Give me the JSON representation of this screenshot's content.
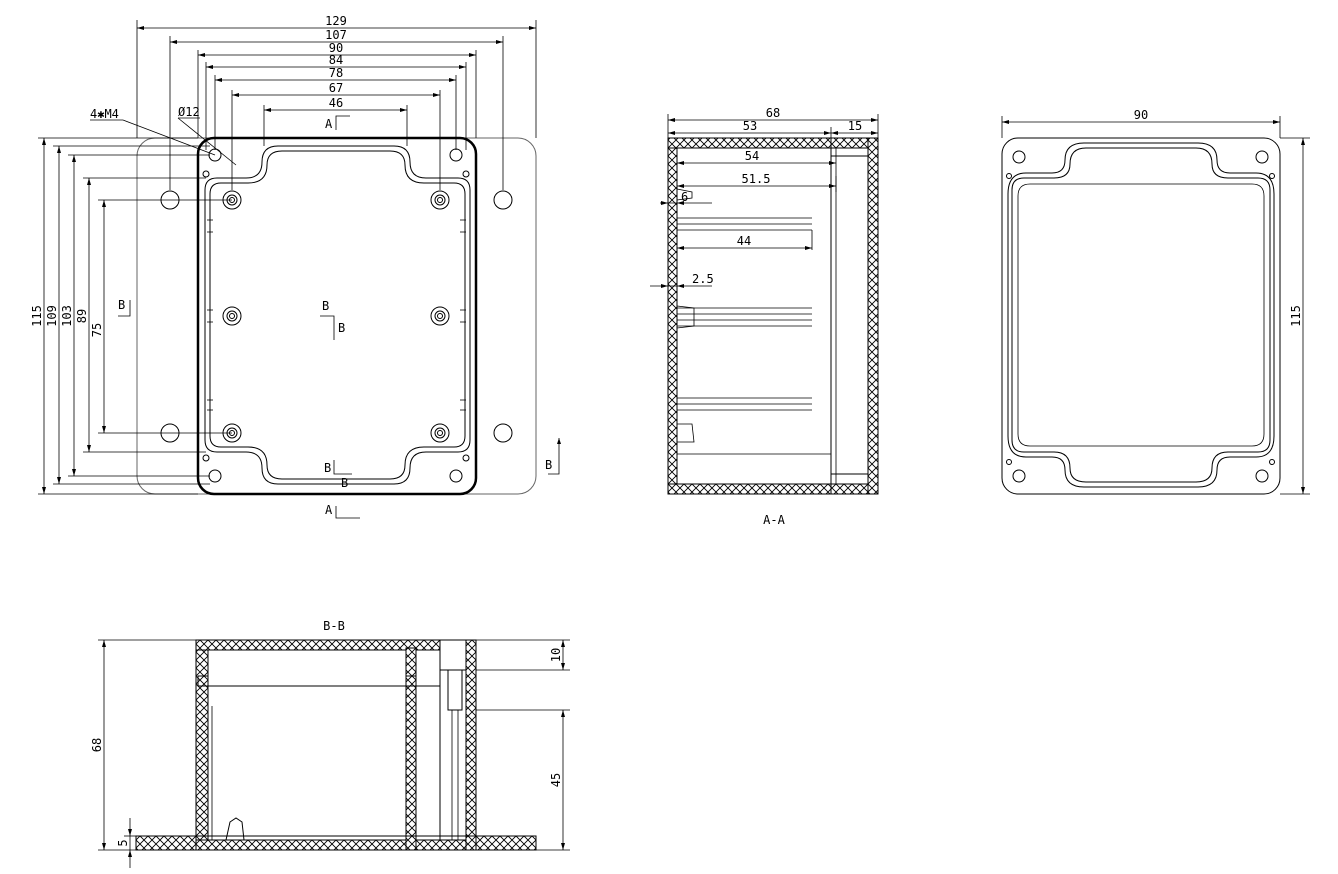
{
  "top_view": {
    "dims_horizontal": [
      "129",
      "107",
      "90",
      "84",
      "78",
      "67",
      "46"
    ],
    "dims_vertical": [
      "115",
      "109",
      "103",
      "89",
      "75"
    ],
    "hole_note": "4✱M4",
    "diameter_note": "Ø12",
    "section_mark_a": "A",
    "section_mark_b": "B"
  },
  "section_aa": {
    "label": "A-A",
    "dims": [
      "68",
      "53",
      "15",
      "54",
      "51.5",
      "6",
      "44",
      "2.5"
    ]
  },
  "side_view": {
    "dims": [
      "90",
      "115"
    ]
  },
  "section_bb": {
    "label": "B-B",
    "dims": [
      "68",
      "10",
      "45",
      "5"
    ]
  }
}
